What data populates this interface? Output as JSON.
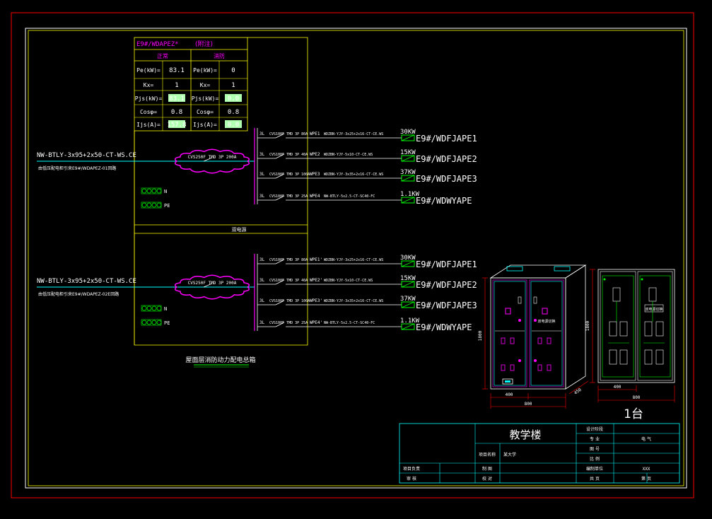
{
  "colors": {
    "outer_frame": "#ff0000",
    "inner_frame": "#ffffff",
    "panel": "#ffff00",
    "cable": "#00ffff",
    "text": "#ffffff",
    "breaker": "#ff00ff",
    "feeder": "#00ff00",
    "title_block": "#00ffff"
  },
  "load_table": {
    "header_left": "E9#/WDAPEZ*",
    "header_right": "(附注)",
    "col_a": "正常",
    "col_b": "消防",
    "rows": [
      {
        "k1": "Pe(kW)=",
        "v1": "83.1",
        "k2": "Pe(kW)=",
        "v2": "0"
      },
      {
        "k1": "Kx=",
        "v1": "1",
        "k2": "Kx=",
        "v2": "1"
      },
      {
        "k1": "Pjs(kW)=",
        "v1": "83.1",
        "k2": "Pjs(kW)=",
        "v2": "0.0"
      },
      {
        "k1": "Cosφ=",
        "v1": "0.8",
        "k2": "Cosφ=",
        "v2": "0.8"
      },
      {
        "k1": "Ijs(A)=",
        "v1": "157.8",
        "k2": "Ijs(A)=",
        "v2": "0.0"
      }
    ]
  },
  "sections": [
    {
      "incoming_cable": "NW-BTLY-3x95+2x50-CT-WS.CE",
      "incoming_note": "由低压配电柜引来E9#/WDAPEZ-01回路",
      "main_breaker": "CVS250F TMD 3P 200A",
      "neutral_label": "N",
      "pe_label": "PE",
      "feeders": [
        {
          "phase": "3L",
          "breaker": "CVS100F TMD 3P 80A",
          "circuit": "WPE1",
          "cable": "WDZBN-YJY-3x25+2x16-CT-CE.WS",
          "power": "30KW",
          "dest": "E9#/WDFJAPE1"
        },
        {
          "phase": "3L",
          "breaker": "CVS100F TMD 3P 40A",
          "circuit": "WPE2",
          "cable": "WDZBN-YJY-5x10-CT-CE.WS",
          "power": "15KW",
          "dest": "E9#/WDFJAPE2"
        },
        {
          "phase": "3L",
          "breaker": "CVS100F TMD 3P 100A",
          "circuit": "WPE3",
          "cable": "WDZBN-YJY-3x35+2x16-CT-CE.WS",
          "power": "37KW",
          "dest": "E9#/WDFJAPE3"
        },
        {
          "phase": "3L",
          "breaker": "CVS100F TMD 3P 25A",
          "circuit": "WPE4",
          "cable": "NW-BTLY-5x2.5-CT-SC40-FC",
          "power": "1.1KW",
          "dest": "E9#/WDWYAPE"
        }
      ]
    },
    {
      "incoming_cable": "NW-BTLY-3x95+2x50-CT-WS.CE",
      "incoming_note": "由低压配电柜引来E9#/WDAPEZ-02E回路",
      "main_breaker": "CVS250F TMD 3P 200A",
      "neutral_label": "N",
      "pe_label": "PE",
      "feeders": [
        {
          "phase": "3L",
          "breaker": "CVS100F TMD 3P 80A",
          "circuit": "WPE1'",
          "cable": "WDZBN-YJY-3x25+2x16-CT-CE.WS",
          "power": "30KW",
          "dest": "E9#/WDFJAPE1"
        },
        {
          "phase": "3L",
          "breaker": "CVS100F TMD 3P 40A",
          "circuit": "WPE2'",
          "cable": "WDZBN-YJY-5x10-CT-CE.WS",
          "power": "15KW",
          "dest": "E9#/WDFJAPE2"
        },
        {
          "phase": "3L",
          "breaker": "CVS100F TMD 3P 100A",
          "circuit": "WPE3'",
          "cable": "WDZBN-YJY-3x35+2x16-CT-CE.WS",
          "power": "37KW",
          "dest": "E9#/WDFJAPE3"
        },
        {
          "phase": "3L",
          "breaker": "CVS100F TMD 3P 25A",
          "circuit": "WPE4'",
          "cable": "NW-BTLY-5x2.5-CT-SC40-FC",
          "power": "1.1KW",
          "dest": "E9#/WDWYAPE"
        }
      ]
    }
  ],
  "divider_label": "双电源",
  "panel_title": "屋面层消防动力配电总箱",
  "cabinet": {
    "height_dim": "1800",
    "width_dim": "800",
    "half_width_dim": "400",
    "depth_dim": "450",
    "front_height_dim": "1800",
    "front_width_dim": "800",
    "front_half_dim": "400",
    "label": "双电源切换",
    "quantity": "1台"
  },
  "title_block": {
    "project": "教学楼",
    "project_name_label": "项目名称",
    "project_name_value": "某大学",
    "design_stage_label": "设计阶段",
    "specialty_label": "专  业",
    "specialty_value": "电  气",
    "drawing_no_label": "图  号",
    "scale_label": "比  例",
    "unit_label": "编制单位",
    "unit_value": "XXX",
    "pm_label": "项目负责",
    "drawn_label": "制  图",
    "review_label": "审  核",
    "check_label": "校  对",
    "total_label": "共    页",
    "page_label": "第    页"
  }
}
